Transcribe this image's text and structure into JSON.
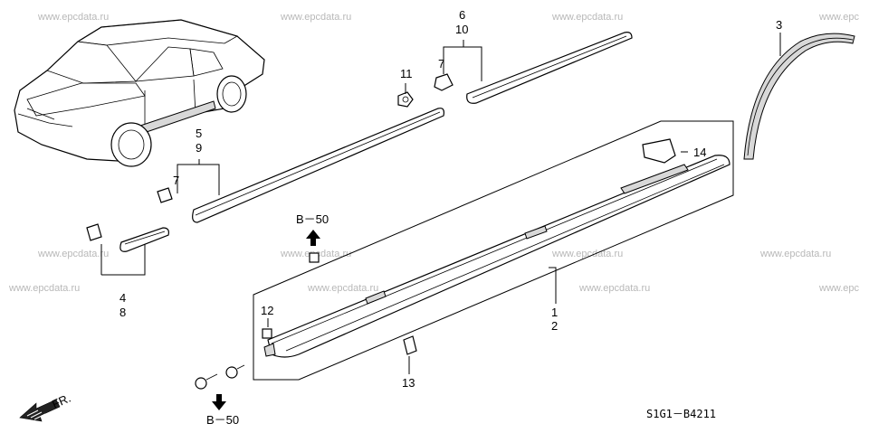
{
  "watermarks": {
    "text": "www.epcdata.ru",
    "short": "www.epc"
  },
  "callouts": {
    "c1": "1",
    "c2": "2",
    "c3": "3",
    "c4": "4",
    "c5": "5",
    "c6": "6",
    "c7a": "7",
    "c7b": "7",
    "c8": "8",
    "c9": "9",
    "c10": "10",
    "c11": "11",
    "c12": "12",
    "c13": "13",
    "c14": "14"
  },
  "refs": {
    "b50_top": "B－50",
    "b50_bottom": "B－50",
    "front": "FR."
  },
  "diagram_code": "S1G1－B4211",
  "colors": {
    "ink": "#000000",
    "watermark": "#b8b8b8",
    "background": "#ffffff"
  }
}
